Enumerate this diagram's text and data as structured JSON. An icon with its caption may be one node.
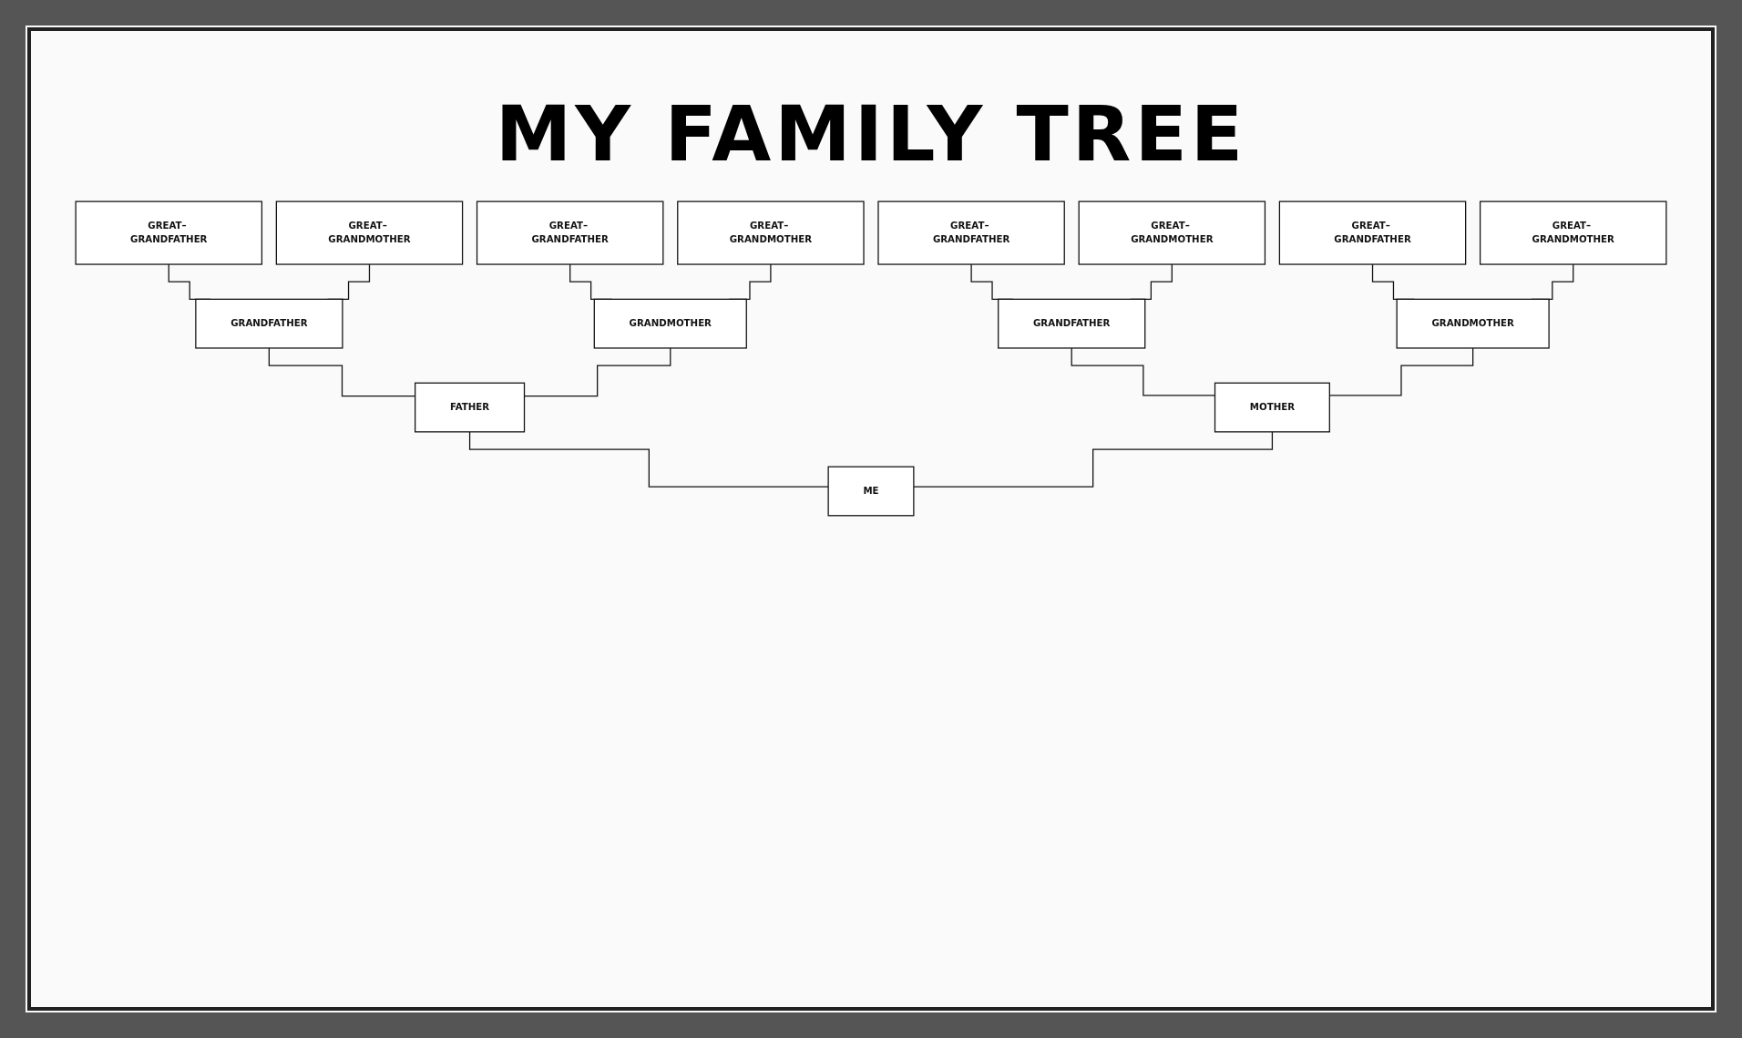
{
  "diagram": {
    "title": "MY FAMILY TREE",
    "nodes": [
      {
        "text": [
          "GREAT– GRANDFATHER"
        ]
      },
      {
        "text": [
          "GREAT– GRANDMOTHER"
        ]
      },
      {
        "text": [
          "GREAT– GRANDFATHER"
        ]
      },
      {
        "text": [
          "GREAT– GRANDMOTHER"
        ]
      },
      {
        "text": [
          "GREAT– GRANDFATHER"
        ]
      },
      {
        "text": [
          "GREAT– GRANDMOTHER"
        ]
      },
      {
        "text": [
          "GREAT– GRANDFATHER"
        ]
      },
      {
        "text": [
          "GREAT– GRANDMOTHER"
        ]
      },
      {
        "text": [
          "GRANDFATHER"
        ]
      },
      {
        "text": [
          "GRANDMOTHER"
        ]
      },
      {
        "text": [
          "GRANDFATHER"
        ]
      },
      {
        "text": [
          "GRANDMOTHER"
        ]
      },
      {
        "text": [
          "FATHER"
        ]
      },
      {
        "text": [
          "MOTHER"
        ]
      },
      {
        "text": [
          "ME"
        ]
      }
    ],
    "edges": [
      {
        "from": 0,
        "to": 8,
        "arrow": "none"
      },
      {
        "from": 1,
        "to": 8,
        "arrow": "none"
      },
      {
        "from": 2,
        "to": 9,
        "arrow": "none"
      },
      {
        "from": 3,
        "to": 9,
        "arrow": "none"
      },
      {
        "from": 4,
        "to": 10,
        "arrow": "none"
      },
      {
        "from": 5,
        "to": 10,
        "arrow": "none"
      },
      {
        "from": 6,
        "to": 11,
        "arrow": "none"
      },
      {
        "from": 7,
        "to": 11,
        "arrow": "none"
      },
      {
        "from": 8,
        "to": 12,
        "arrow": "none"
      },
      {
        "from": 9,
        "to": 12,
        "arrow": "none"
      },
      {
        "from": 10,
        "to": 13,
        "arrow": "none"
      },
      {
        "from": 11,
        "to": 13,
        "arrow": "none"
      },
      {
        "from": 12,
        "to": 14,
        "arrow": "none"
      },
      {
        "from": 13,
        "to": 14,
        "arrow": "none"
      }
    ]
  }
}
